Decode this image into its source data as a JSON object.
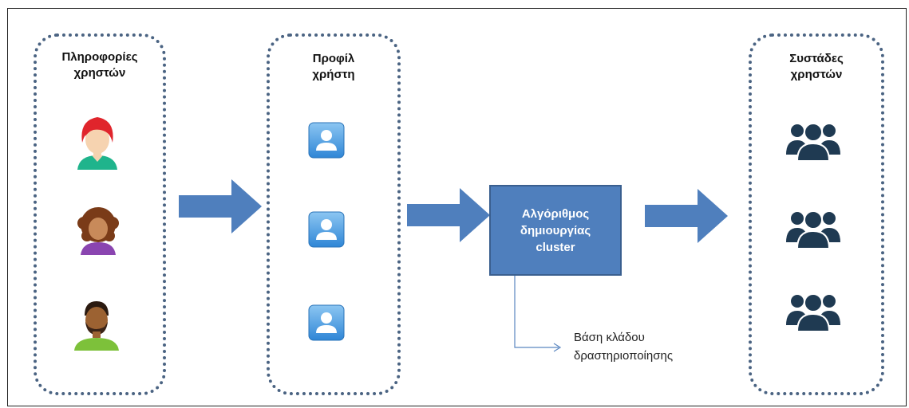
{
  "groups": {
    "user_info": {
      "title_line1": "Πληροφορίες",
      "title_line2": "χρηστών"
    },
    "user_profile": {
      "title_line1": "Προφίλ",
      "title_line2": "χρήστη"
    },
    "user_clusters": {
      "title_line1": "Συστάδες",
      "title_line2": "χρηστών"
    }
  },
  "algorithm": {
    "line1": "Αλγόριθμος",
    "line2": "δημιουργίας",
    "line3": "cluster"
  },
  "branch": {
    "line1": "Βάση κλάδου",
    "line2": "δραστηριοποίησης"
  },
  "colors": {
    "accent": "#4f7fbd",
    "border": "#4a6382",
    "cluster_icon": "#1f3a52"
  }
}
